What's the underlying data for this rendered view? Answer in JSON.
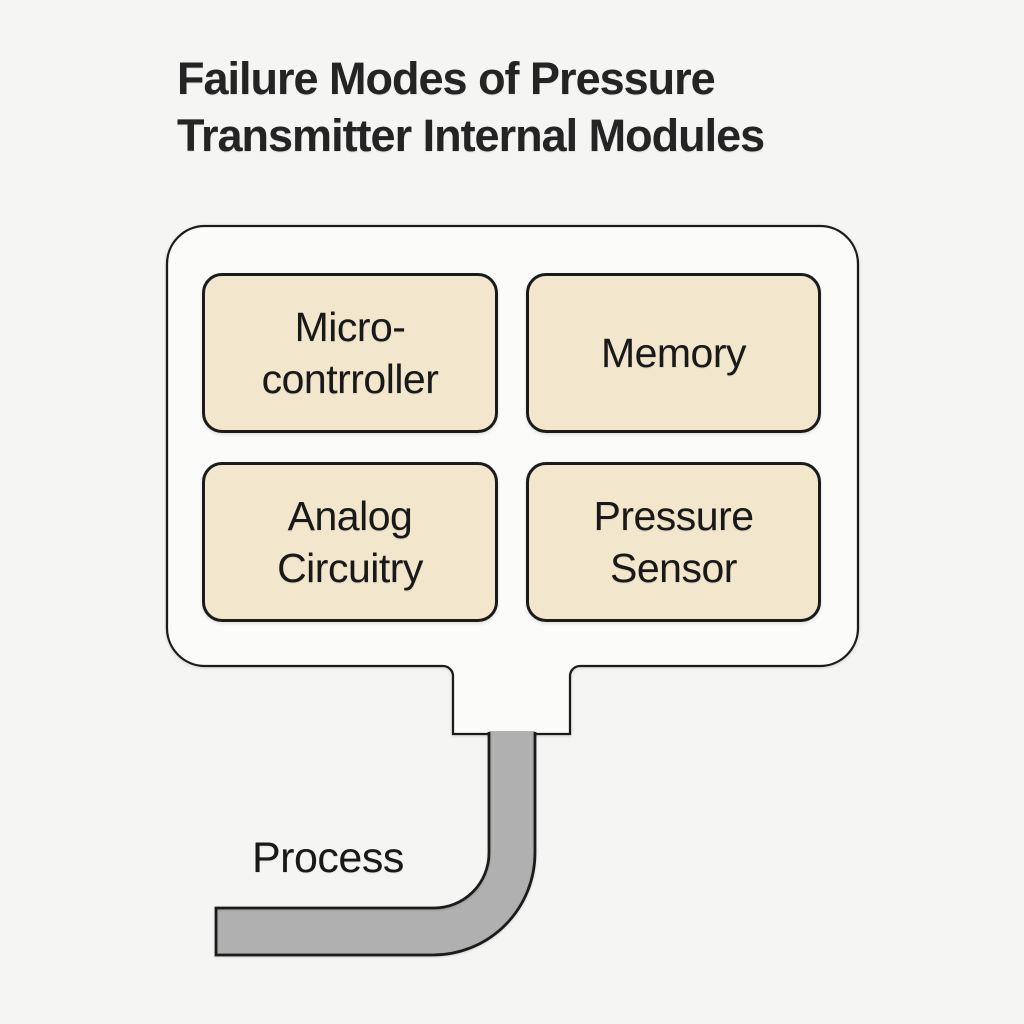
{
  "title": {
    "line1": "Failure Modes of Pressure",
    "line2": "Transmitter Internal Modules"
  },
  "diagram": {
    "modules": [
      {
        "name": "microcontroller",
        "lines": [
          "Micro-",
          "contrroller"
        ]
      },
      {
        "name": "memory",
        "lines": [
          "Memory"
        ]
      },
      {
        "name": "analog-circuitry",
        "lines": [
          "Analog",
          "Circuitry"
        ]
      },
      {
        "name": "pressure-sensor",
        "lines": [
          "Pressure",
          "Sensor"
        ]
      }
    ],
    "process_label": "Process"
  },
  "colors": {
    "background": "#f5f5f4",
    "housing_fill": "#fbfbfa",
    "module_fill": "#f2e7cc",
    "outline": "#1b1b1b",
    "pipe_fill": "#b0b0b0",
    "title_text": "#242424",
    "label_text": "#191919"
  }
}
